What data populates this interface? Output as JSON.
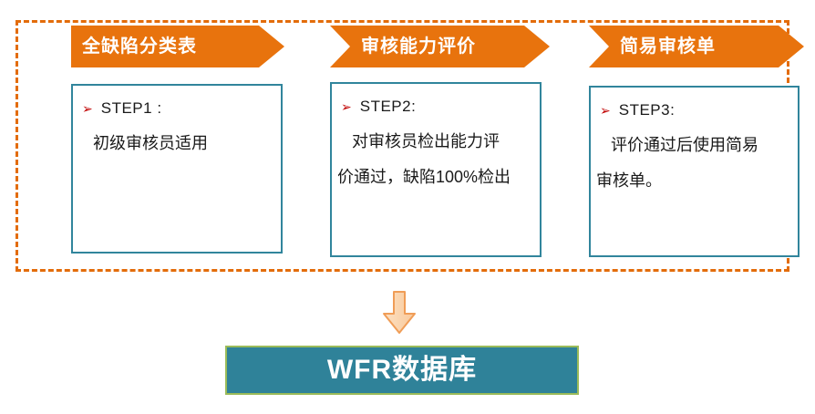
{
  "colors": {
    "accent_orange": "#E8730D",
    "frame_orange": "#E36C0A",
    "box_border_teal": "#31859C",
    "bullet_red": "#C00000",
    "down_arrow_fill": "#FBD5AF",
    "down_arrow_stroke": "#F09D57",
    "db_fill": "#2F8299",
    "db_border": "#9BBB59",
    "text_black": "#1A1A1A",
    "header_text": "#FFFFFF"
  },
  "columns": [
    {
      "header": "全缺陷分类表",
      "bullet": "➢",
      "step": "STEP1 :",
      "body_lines": [
        "初级审核员适用"
      ]
    },
    {
      "header": "审核能力评价",
      "bullet": "➢",
      "step": "STEP2:",
      "body_lines": [
        "对审核员检出能力评",
        "价通过，缺陷100%检出"
      ]
    },
    {
      "header": "简易审核单",
      "bullet": "➢",
      "step": "STEP3:",
      "body_lines": [
        "评价通过后使用简易",
        "审核单。"
      ]
    }
  ],
  "flow": {
    "down_arrow_icon": "down-arrow",
    "database_label": "WFR数据库"
  }
}
